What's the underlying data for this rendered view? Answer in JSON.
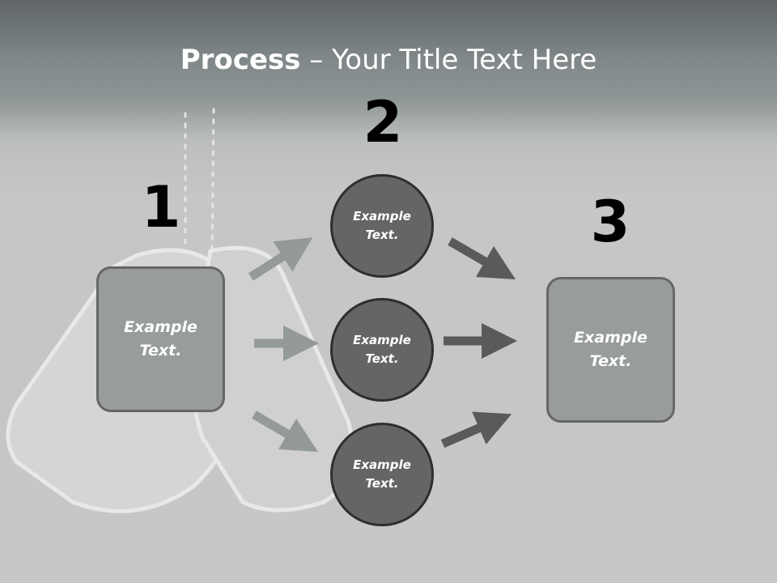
{
  "title": {
    "bold": "Process",
    "rest": " – Your Title Text Here"
  },
  "steps": [
    {
      "number": "1",
      "text_line1": "Example",
      "text_line2": "Text."
    },
    {
      "number": "2",
      "circles": [
        {
          "text_line1": "Example",
          "text_line2": "Text."
        },
        {
          "text_line1": "Example",
          "text_line2": "Text."
        },
        {
          "text_line1": "Example",
          "text_line2": "Text."
        }
      ]
    },
    {
      "number": "3",
      "text_line1": "Example",
      "text_line2": "Text."
    }
  ],
  "colors": {
    "box_fill": "#989c9c",
    "circle_fill": "#656565",
    "arrow_light": "#939a99",
    "arrow_dark": "#5a5a5a"
  }
}
